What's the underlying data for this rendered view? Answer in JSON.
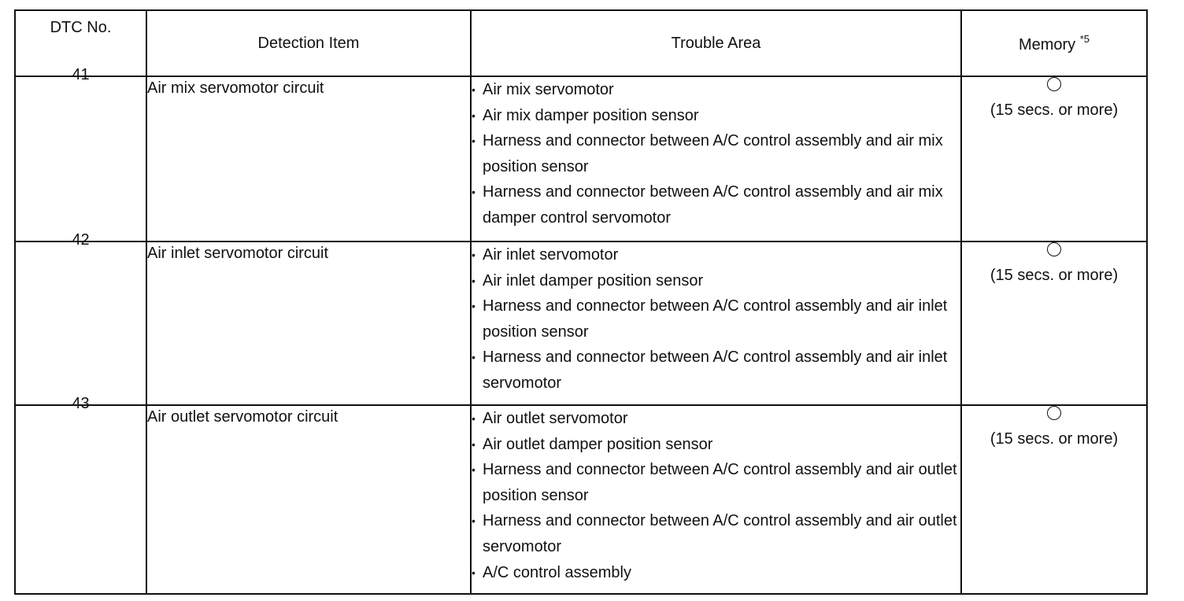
{
  "table": {
    "headers": {
      "dtc_no": "DTC No.",
      "detection_item": "Detection Item",
      "trouble_area": "Trouble Area",
      "memory": "Memory",
      "memory_note": "*5"
    },
    "rows": [
      {
        "dtc_no": "41",
        "detection_item": "Air mix servomotor circuit",
        "trouble_area": [
          "Air mix servomotor",
          "Air mix damper position sensor",
          "Harness and connector between A/C control assembly and air mix  position sensor",
          "Harness and connector between A/C control assembly and air mix damper control servomotor"
        ],
        "memory_symbol": "circle",
        "memory_text": "(15 secs. or more)"
      },
      {
        "dtc_no": "42",
        "detection_item": "Air inlet servomotor circuit",
        "trouble_area": [
          "Air inlet servomotor",
          "Air inlet damper position sensor",
          "Harness and connector between A/C control assembly and air inlet position sensor",
          "Harness and connector between A/C control assembly and air inlet  servomotor"
        ],
        "memory_symbol": "circle",
        "memory_text": "(15 secs. or more)"
      },
      {
        "dtc_no": "43",
        "detection_item": "Air outlet servomotor circuit",
        "trouble_area": [
          "Air outlet servomotor",
          "Air outlet damper position sensor",
          "Harness and connector between A/C control assembly and air outlet position sensor",
          "Harness and connector between A/C control assembly and air outlet  servomotor",
          "A/C  control assembly"
        ],
        "memory_symbol": "circle",
        "memory_text": "(15 secs. or more)"
      }
    ]
  }
}
